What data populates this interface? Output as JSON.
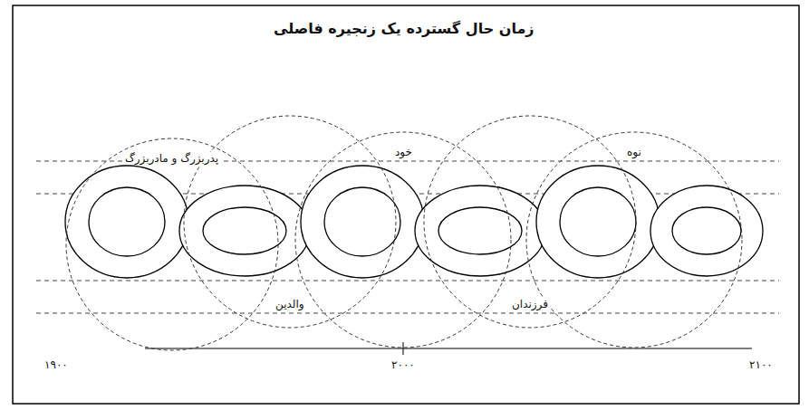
{
  "diagram": {
    "title": "زمان حال گسترده یک زنجیره فاصلی",
    "nodes": [
      {
        "text": [
          "پدربزرگ و مادربزرگ"
        ]
      },
      {
        "text": [
          "والدین"
        ]
      },
      {
        "text": [
          "خود"
        ]
      },
      {
        "text": [
          "فرزندان"
        ]
      },
      {
        "text": [
          "نوه"
        ]
      }
    ],
    "labels": [
      "۱۹۰۰",
      "۲۰۰۰",
      "۲۱۰۰"
    ]
  }
}
